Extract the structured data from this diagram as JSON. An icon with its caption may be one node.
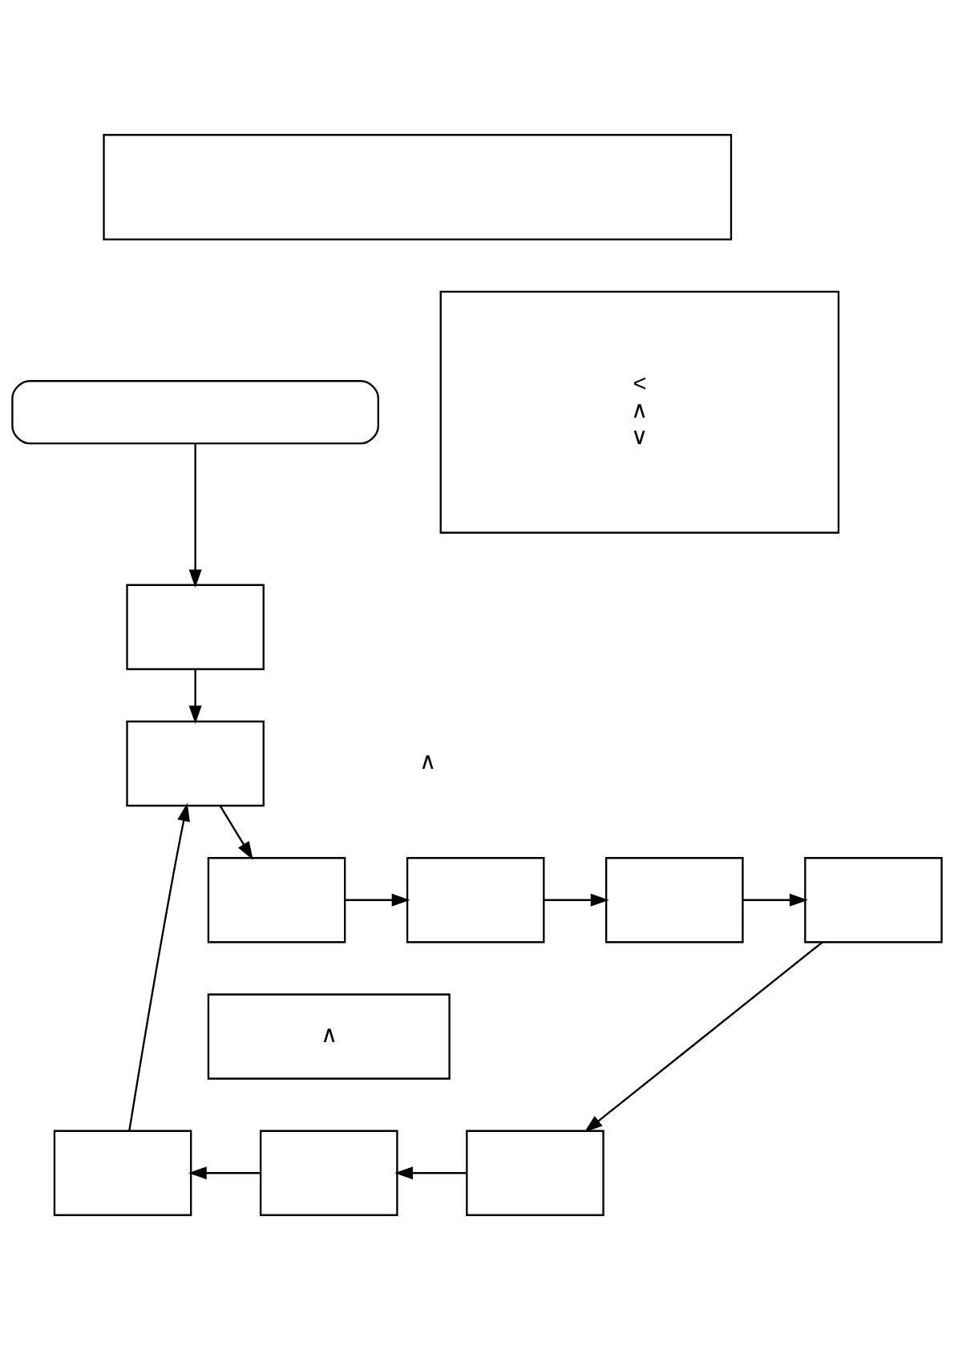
{
  "diagram": {
    "nodes": [
      {
        "text": [],
        "shape": "box"
      },
      {
        "text": [],
        "shape": "box"
      },
      {
        "text": [
          "<",
          "∧",
          "∨"
        ]
      },
      {
        "text": [],
        "shape": "box"
      },
      {
        "text": [],
        "shape": "box"
      },
      {
        "text": [],
        "shape": "box"
      },
      {
        "text": [],
        "shape": "box"
      },
      {
        "text": [],
        "shape": "box"
      },
      {
        "text": [],
        "shape": "box"
      },
      {
        "text": [],
        "shape": "box"
      },
      {
        "text": [
          "∧"
        ]
      },
      {
        "text": [],
        "shape": "box"
      },
      {
        "text": [],
        "shape": "box"
      }
    ],
    "edges": [
      {
        "from": 1,
        "to": 3,
        "arrow": "to"
      },
      {
        "from": 3,
        "to": 4,
        "arrow": "to"
      },
      {
        "from": 4,
        "to": 5,
        "arrow": "to"
      },
      {
        "from": 5,
        "to": 6,
        "arrow": "to"
      },
      {
        "from": 6,
        "to": 7,
        "arrow": "to"
      },
      {
        "from": 7,
        "to": 8,
        "arrow": "to"
      },
      {
        "from": 8,
        "to": 12,
        "arrow": "to"
      },
      {
        "from": 12,
        "to": 11,
        "arrow": "to"
      },
      {
        "from": 11,
        "to": 9,
        "arrow": "to"
      },
      {
        "from": 9,
        "to": 4,
        "arrow": "to"
      }
    ],
    "labels": [
      "∧"
    ]
  }
}
